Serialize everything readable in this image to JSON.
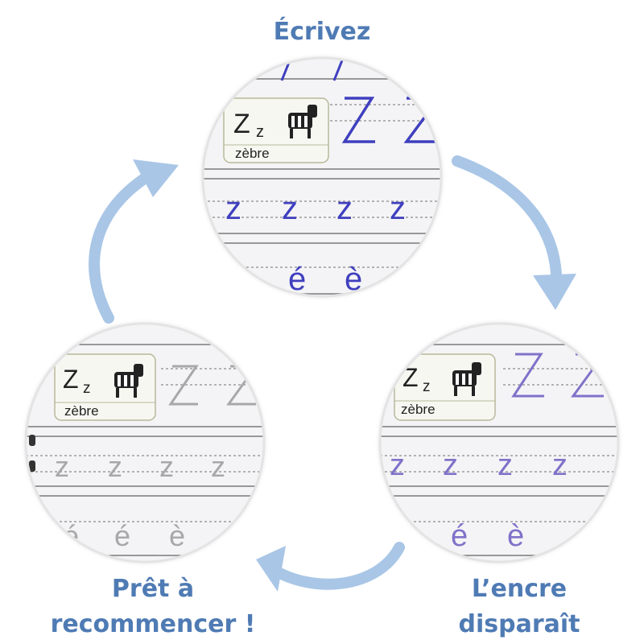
{
  "labels": {
    "top": "Écrivez",
    "right_line1": "L’encre",
    "right_line2": "disparaît",
    "left_line1": "Prêt à",
    "left_line2": "recommencer !"
  },
  "card": {
    "letter_upper": "Z",
    "letter_lower": "z",
    "word": "zèbre",
    "practice_letter": "z",
    "accent_e_acute": "é",
    "accent_e_grave": "è"
  },
  "colors": {
    "accent": "#4f7bb4",
    "arrow": "#a9c6e6",
    "ink_blue": "#3f3fbf",
    "ink_faded": "#7f72c9",
    "ink_gone": "#a8a8a8"
  }
}
